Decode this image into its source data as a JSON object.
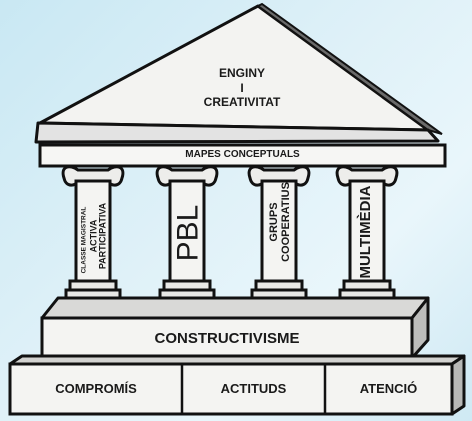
{
  "pediment": {
    "line1": "ENGINY",
    "line2": "I",
    "line3": "CREATIVITAT"
  },
  "architrave": {
    "label": "MAPES CONCEPTUALS"
  },
  "columns": [
    {
      "line1": "CLASSE MAGISTRAL",
      "line2": "ACTIVA",
      "line3": "PARTICIPATIVA"
    },
    {
      "line1": "PBL"
    },
    {
      "line1": "GRUPS",
      "line2": "COOPERATIUS"
    },
    {
      "line1": "MULTIMÈDIA"
    }
  ],
  "base_step": {
    "label": "CONSTRUCTIVISME"
  },
  "foundation": {
    "blocks": [
      "COMPROMÍS",
      "ACTITUDS",
      "ATENCIÓ"
    ]
  },
  "colors": {
    "stone": "#f4f4f2",
    "shadow": "#c8c8c8",
    "outline": "#111111",
    "background": "#d6eef7"
  }
}
